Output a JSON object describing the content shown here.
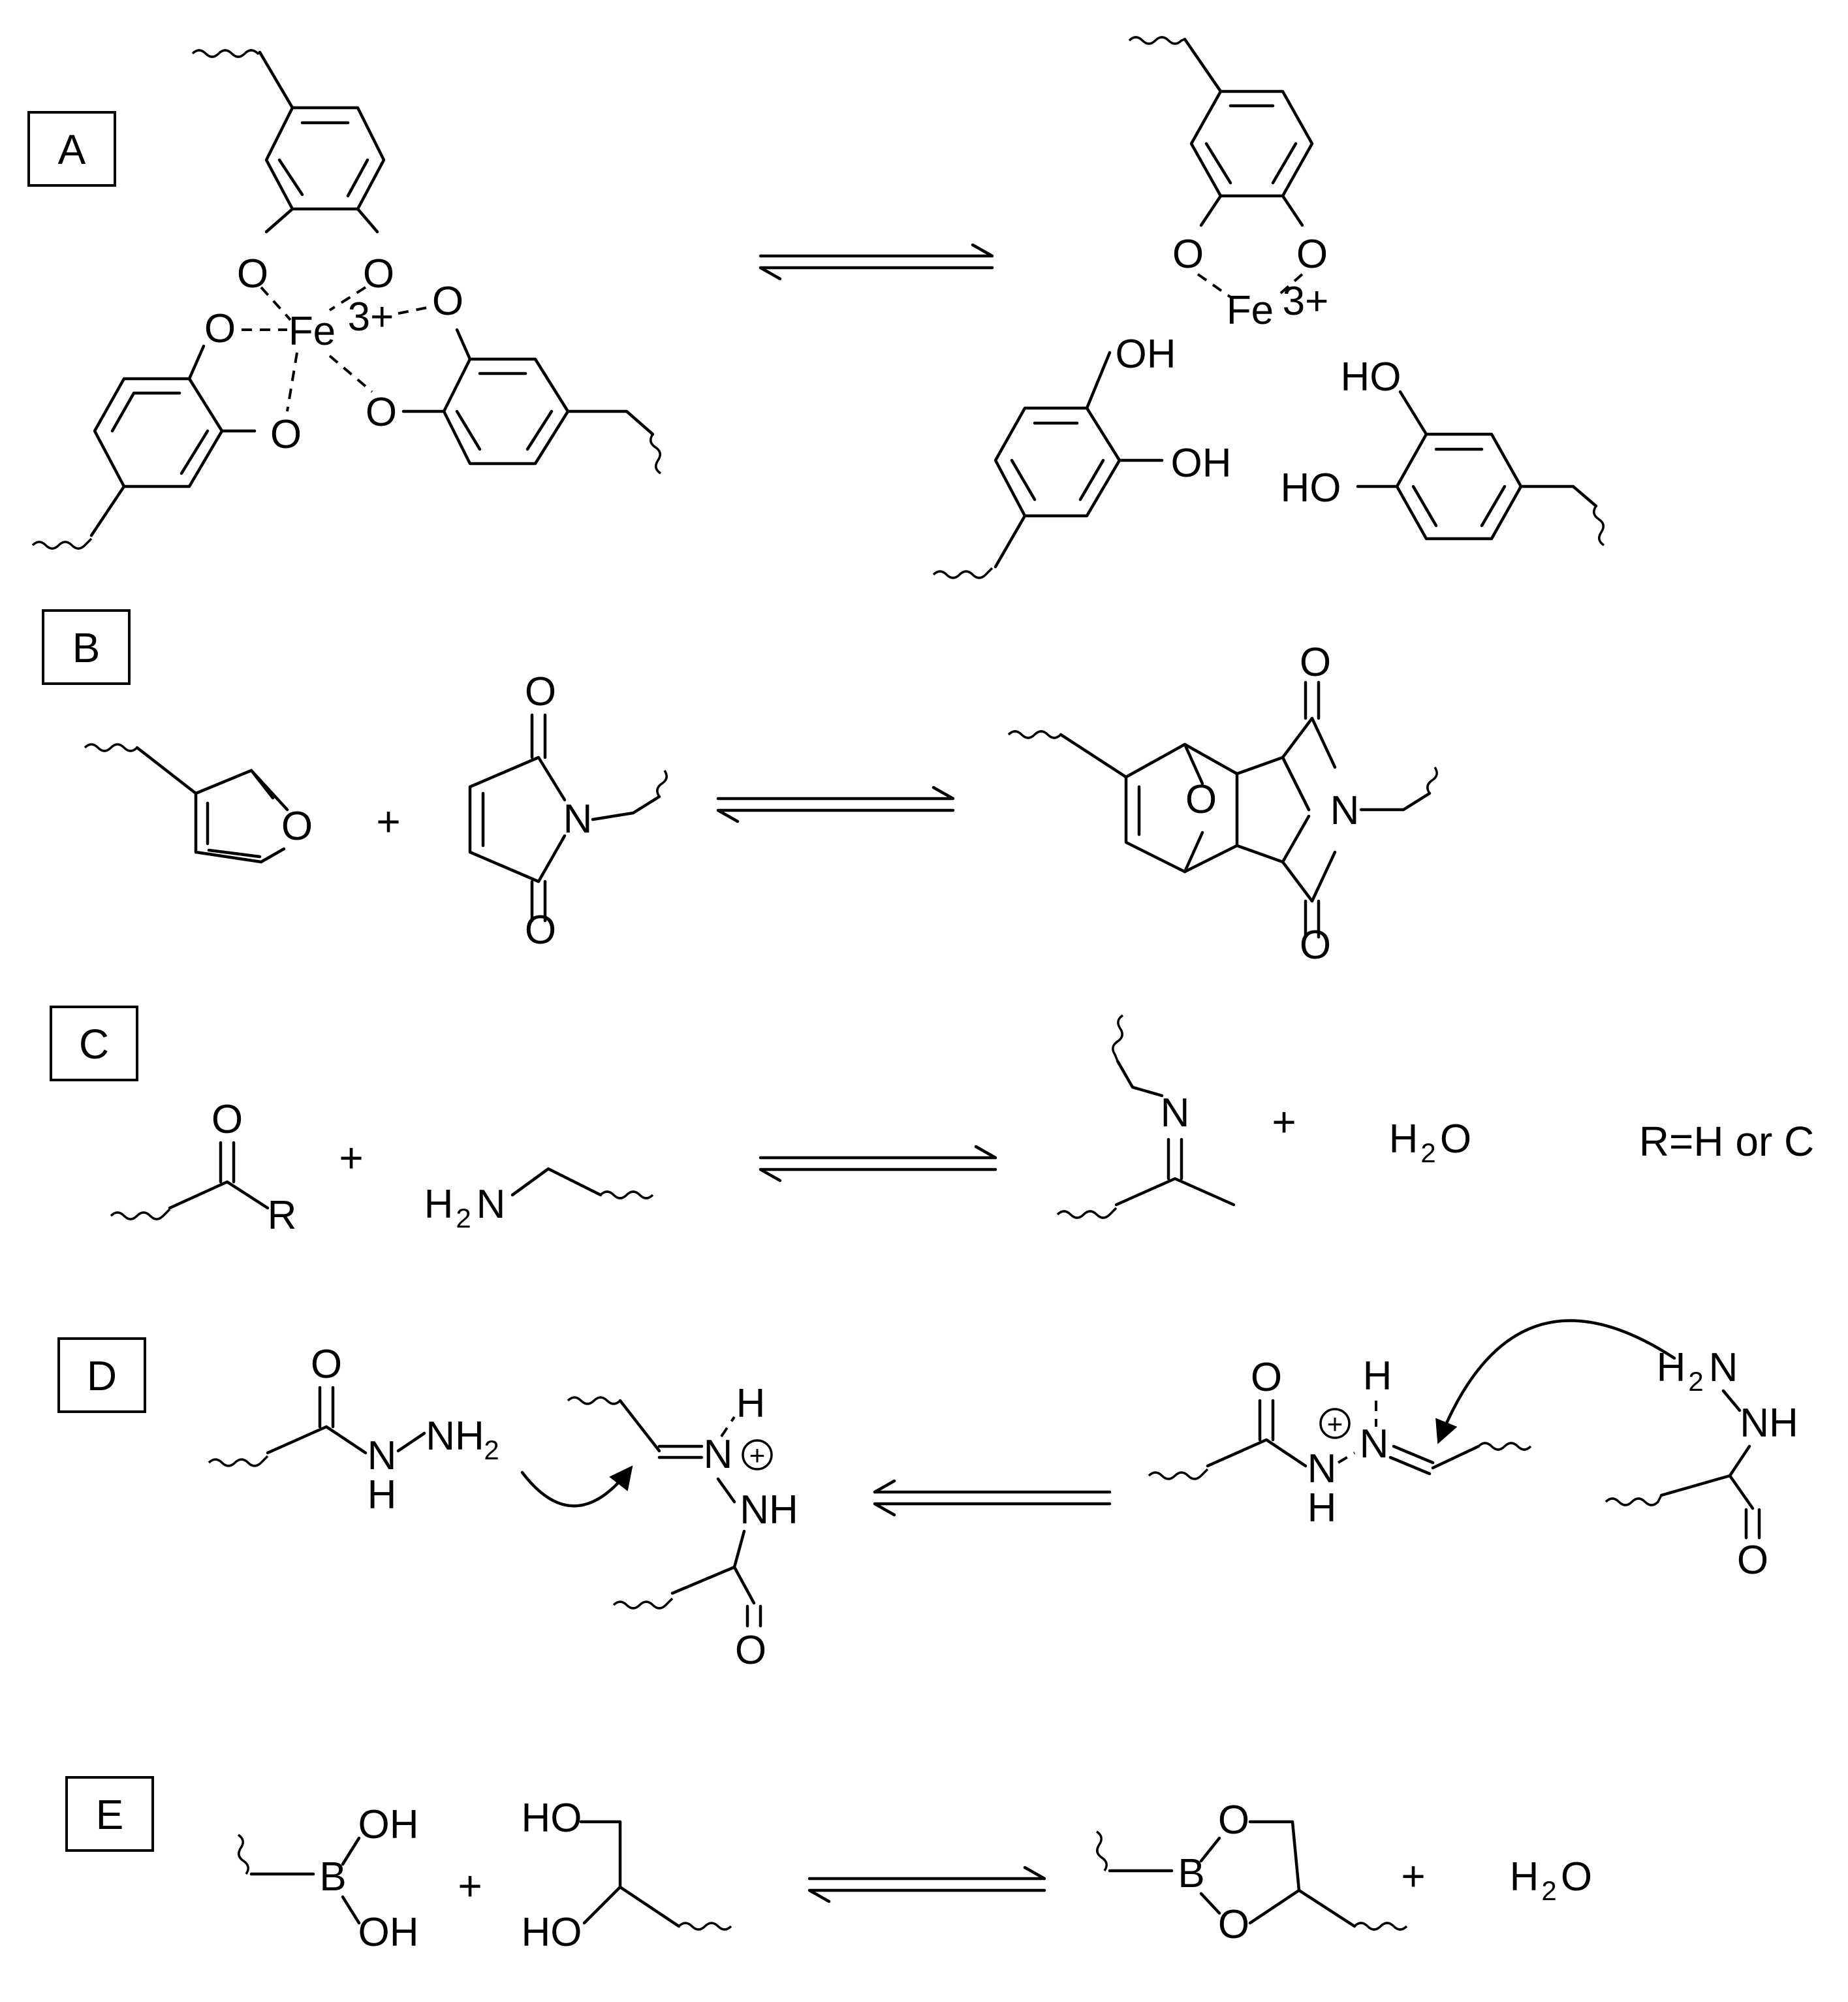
{
  "panels": [
    {
      "id": "A",
      "label": "A"
    },
    {
      "id": "B",
      "label": "B"
    },
    {
      "id": "C",
      "label": "C"
    },
    {
      "id": "D",
      "label": "D"
    },
    {
      "id": "E",
      "label": "E"
    }
  ],
  "atoms": {
    "O": "O",
    "N": "N",
    "B": "B",
    "R": "R",
    "H": "H",
    "OH": "OH",
    "HO": "HO",
    "NH": "NH",
    "Fe": "Fe",
    "charge_3plus": "3+",
    "H2N_H": "H",
    "sub2": "2",
    "NH2_NH": "NH",
    "H2O_H": "H",
    "H2O_O": "O"
  },
  "operators": {
    "plus": "+",
    "plus_circle": "+"
  },
  "notes": {
    "r_definition": "R=H or C"
  }
}
